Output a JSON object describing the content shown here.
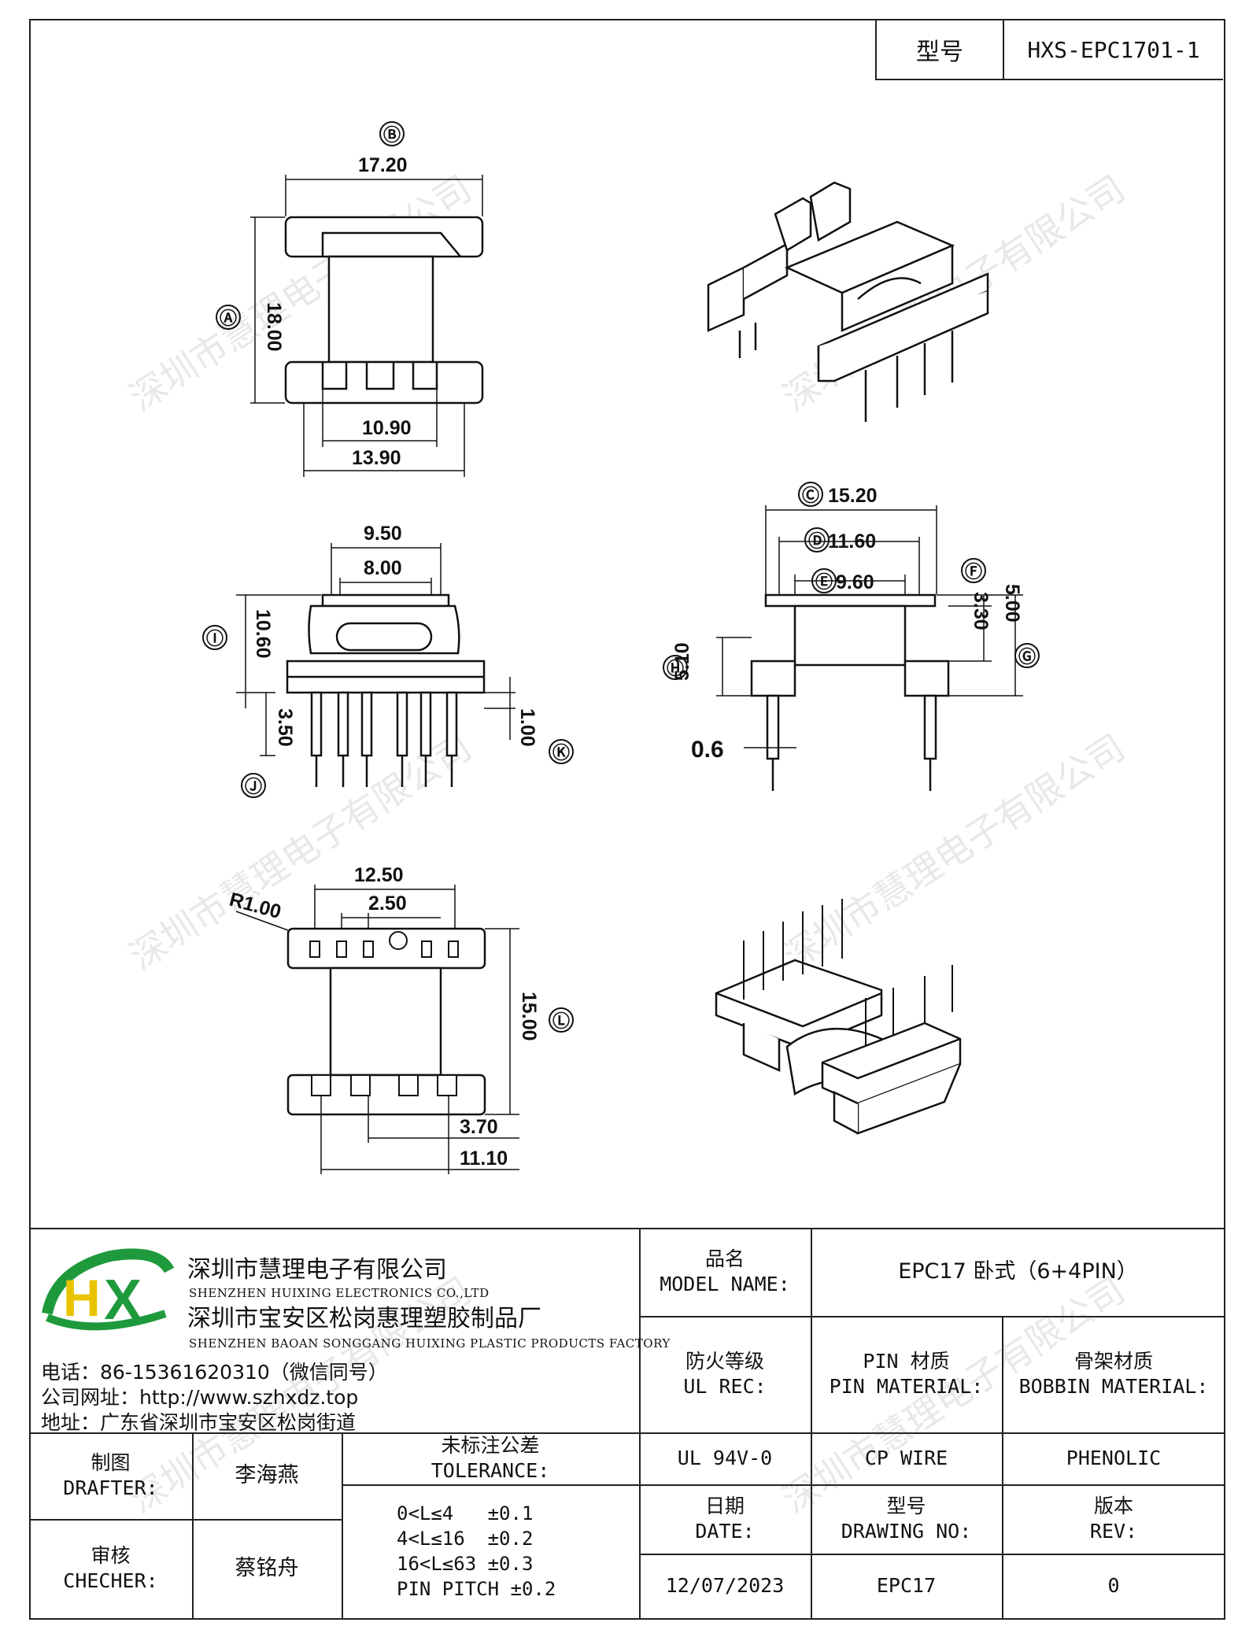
{
  "header": {
    "model_label": "型号",
    "model_value": "HXS-EPC1701-1"
  },
  "dimensions": {
    "A": "Ⓐ",
    "B": "Ⓑ",
    "C": "Ⓒ",
    "D": "Ⓓ",
    "E": "Ⓔ",
    "F": "Ⓕ",
    "G": "Ⓖ",
    "H": "Ⓗ",
    "I": "Ⓘ",
    "J": "Ⓙ",
    "K": "Ⓚ",
    "L": "Ⓛ",
    "top_width": "17.20",
    "top_height": "18.00",
    "top_inner": "10.90",
    "top_outer": "13.90",
    "front_9_50": "9.50",
    "front_8_00": "8.00",
    "front_10_60": "10.60",
    "front_3_50": "3.50",
    "front_1_00": "1.00",
    "side_15_20": "15.20",
    "side_11_60": "11.60",
    "side_9_60": "9.60",
    "side_3_30": "3.30",
    "side_5_00": "5.00",
    "side_5_10": "5.10",
    "side_0_6": "0.6",
    "bot_12_50": "12.50",
    "bot_2_50": "2.50",
    "bot_r1": "R1.00",
    "bot_15_00": "15.00",
    "bot_3_70": "3.70",
    "bot_11_10": "11.10"
  },
  "watermark": "深圳市慧理电子有限公司",
  "company": {
    "name1_cn": "深圳市慧理电子有限公司",
    "name1_en": "SHENZHEN HUIXING ELECTRONICS CO.,LTD",
    "name2_cn": "深圳市宝安区松岗惠理塑胶制品厂",
    "name2_en": "SHENZHEN BAOAN SONGGANG HUIXING PLASTIC PRODUCTS FACTORY",
    "phone": "电话：86-15361620310（微信同号）",
    "website": "公司网址：http://www.szhxdz.top",
    "address": "地址：广东省深圳市宝安区松岗街道",
    "logo_text": "HX",
    "brand_green": "#1e9a3c",
    "brand_yellow": "#e8c400"
  },
  "title_block": {
    "model_name_cn": "品名",
    "model_name_en": "MODEL NAME:",
    "model_name_value": "EPC17 卧式（6+4PIN）",
    "ul_cn": "防火等级",
    "ul_en": "UL REC:",
    "pin_cn": "PIN 材质",
    "pin_en": "PIN MATERIAL:",
    "bobbin_cn": "骨架材质",
    "bobbin_en": "BOBBIN MATERIAL:",
    "ul_value": "UL 94V-0",
    "pin_value": "CP WIRE",
    "bobbin_value": "PHENOLIC",
    "date_cn": "日期",
    "date_en": "DATE:",
    "dwg_cn": "型号",
    "dwg_en": "DRAWING NO:",
    "rev_cn": "版本",
    "rev_en": "REV:",
    "date_value": "12/07/2023",
    "dwg_value": "EPC17",
    "rev_value": "0",
    "drafter_cn": "制图",
    "drafter_en": "DRAFTER:",
    "drafter_name": "李海燕",
    "checker_cn": "审核",
    "checker_en": "CHECHER:",
    "checker_name": "蔡铭舟",
    "tol_cn": "未标注公差",
    "tol_en": "TOLERANCE:",
    "tol_lines": [
      "0<L≤4   ±0.1",
      "4<L≤16  ±0.2",
      "16<L≤63 ±0.3",
      "PIN PITCH ±0.2"
    ]
  }
}
